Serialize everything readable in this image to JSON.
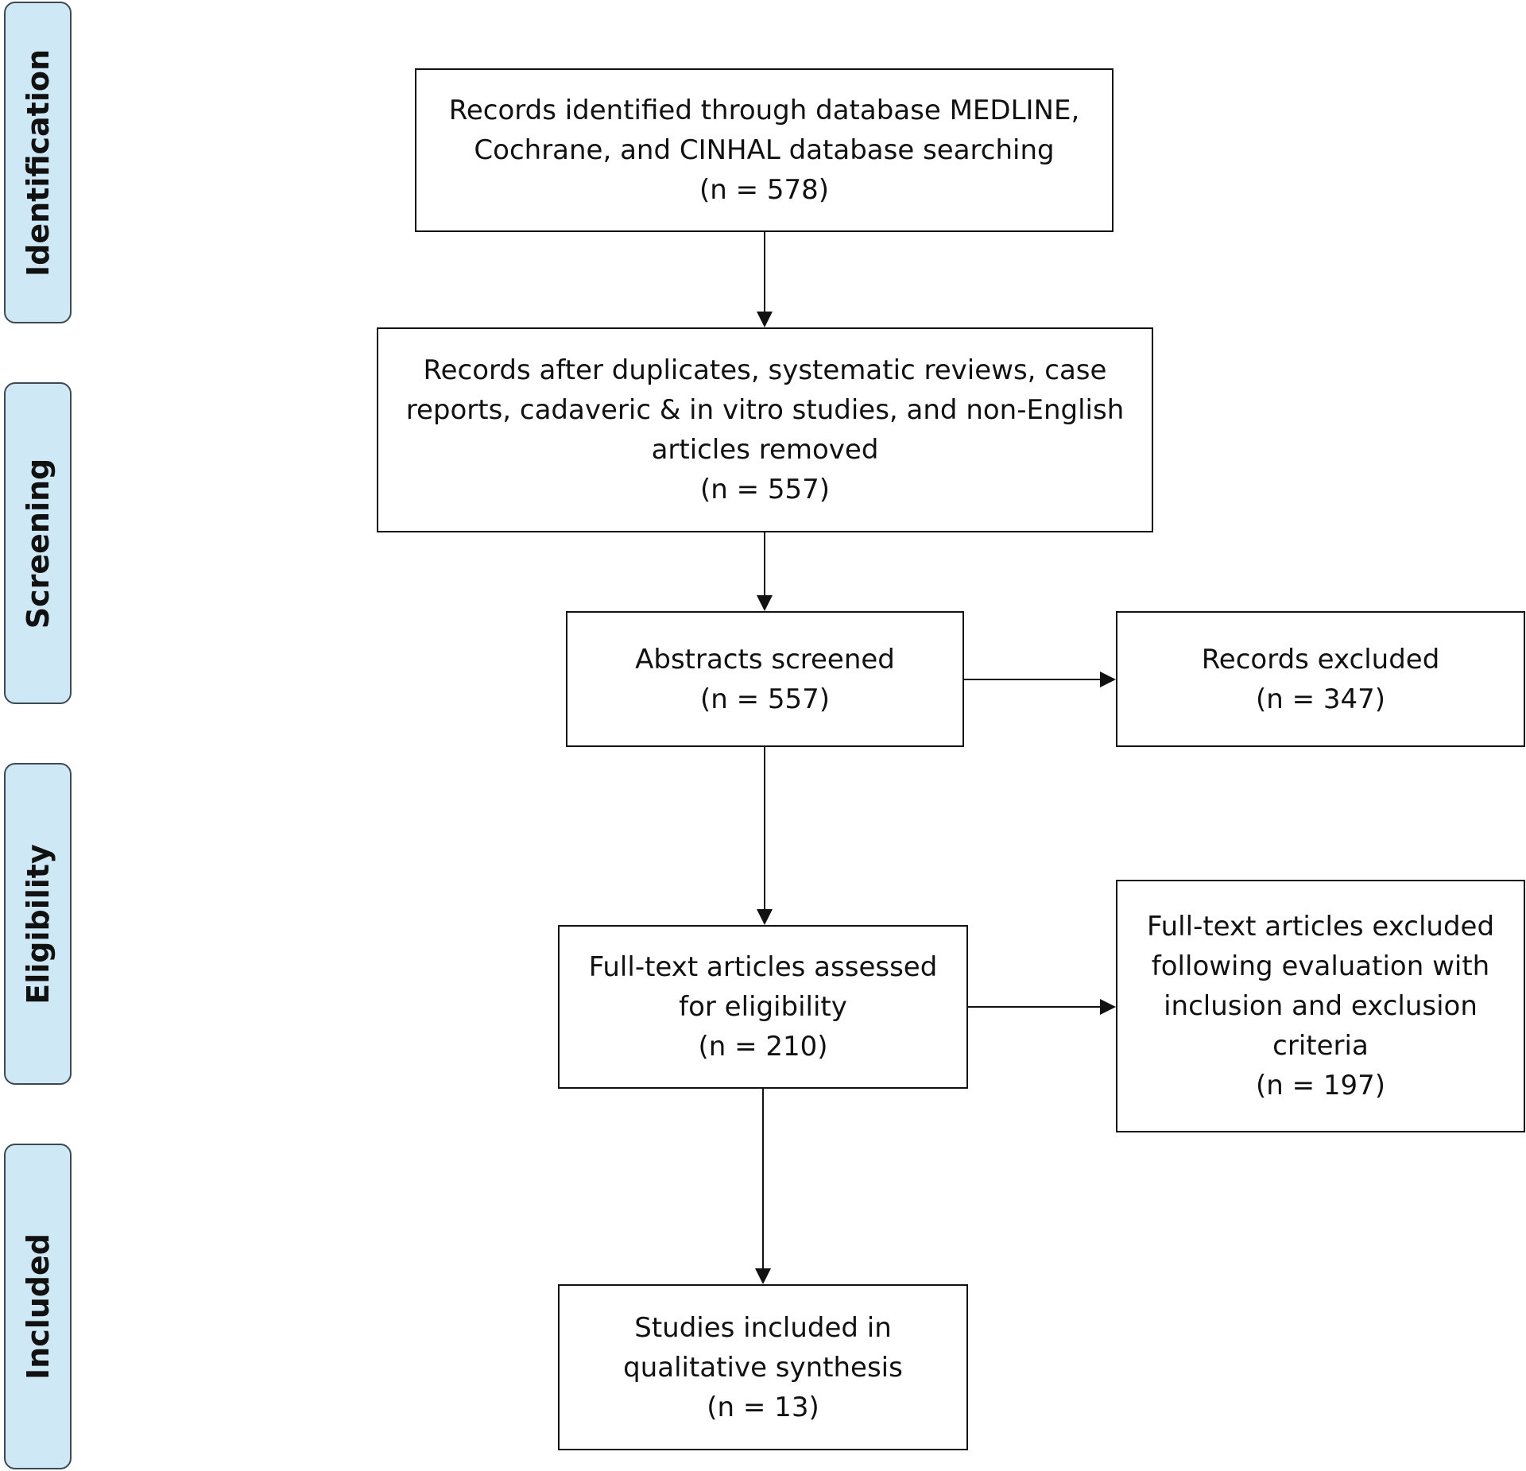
{
  "stages": {
    "identification": "Identification",
    "screening": "Screening",
    "eligibility": "Eligibility",
    "included": "Included"
  },
  "boxes": {
    "identified": {
      "line1": "Records identified through database MEDLINE,",
      "line2": "Cochrane, and CINHAL database searching",
      "count": "(n = 578)"
    },
    "after_removal": {
      "line1": "Records after duplicates, systematic reviews, case",
      "line2": "reports, cadaveric & in vitro studies, and non-English",
      "line3": "articles removed",
      "count": "(n = 557)"
    },
    "abstracts_screened": {
      "line1": "Abstracts screened",
      "count": "(n = 557)"
    },
    "records_excluded": {
      "line1": "Records excluded",
      "count": "(n = 347)"
    },
    "fulltext_assessed": {
      "line1": "Full-text articles assessed",
      "line2": "for eligibility",
      "count": "(n = 210)"
    },
    "fulltext_excluded": {
      "line1": "Full-text articles excluded",
      "line2": "following evaluation with",
      "line3": "inclusion and exclusion",
      "line4": "criteria",
      "count": "(n = 197)"
    },
    "included": {
      "line1": "Studies included in",
      "line2": "qualitative synthesis",
      "count": "(n = 13)"
    }
  }
}
